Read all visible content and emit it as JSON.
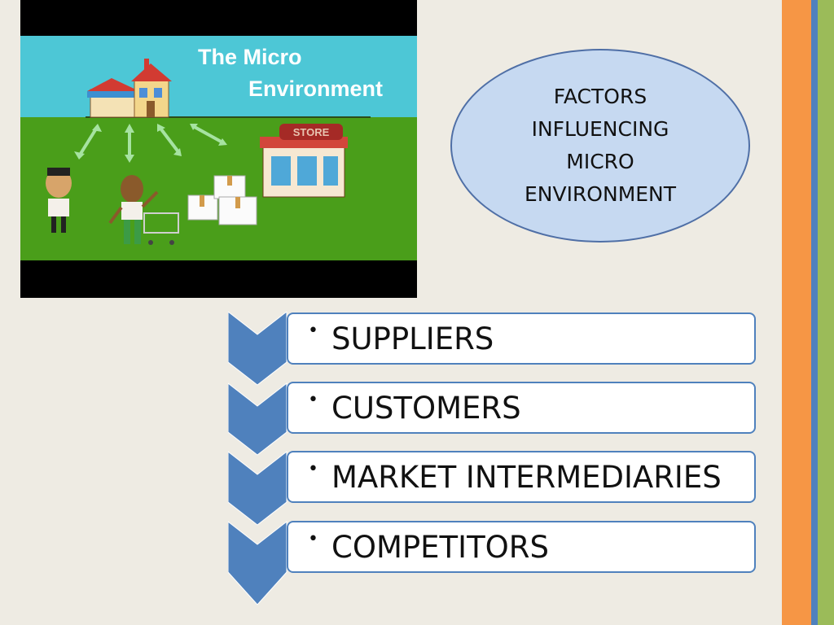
{
  "thumbnail": {
    "title_line1": "The Micro",
    "title_line2": "Environment",
    "store_sign": "STORE"
  },
  "ellipse": {
    "line1": "FACTORS",
    "line2": "INFLUENCING",
    "line3": "MICRO",
    "line4": "ENVIRONMENT"
  },
  "list": {
    "items": [
      "SUPPLIERS",
      "CUSTOMERS",
      "MARKET INTERMEDIARIES",
      "COMPETITORS"
    ],
    "bullet": "•"
  },
  "colors": {
    "accent_blue": "#4f81bd",
    "orange": "#f69645",
    "green": "#9bbb59",
    "ellipse_fill": "#c6d9f1"
  }
}
